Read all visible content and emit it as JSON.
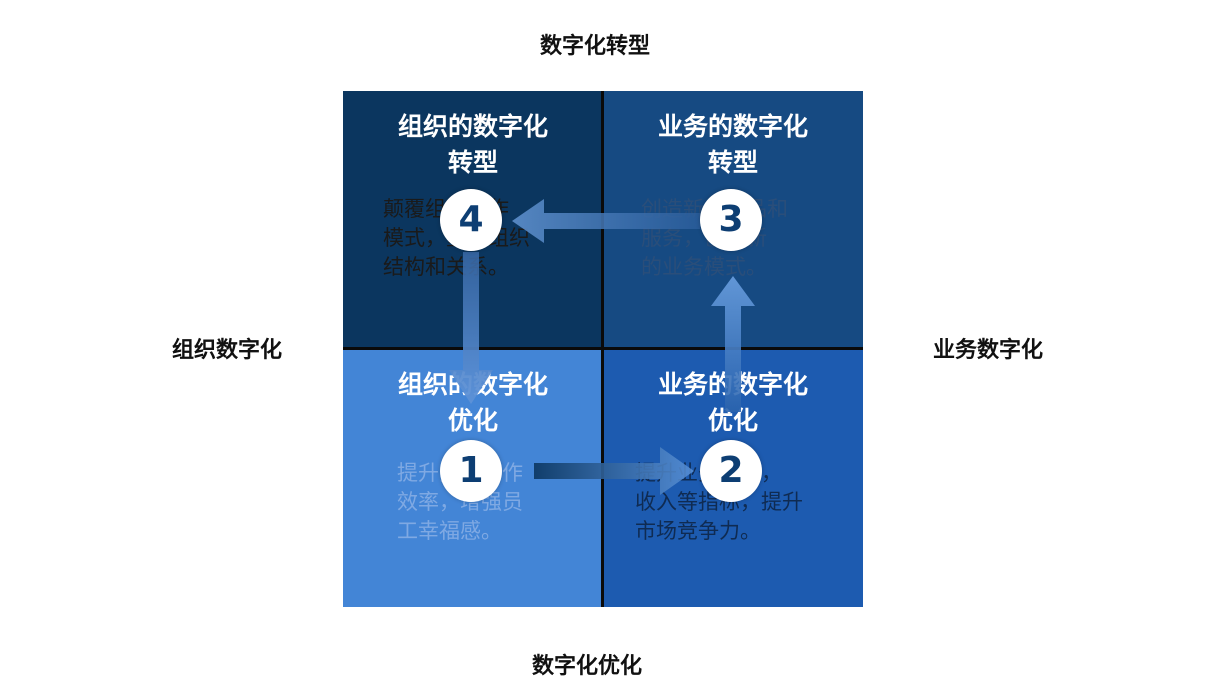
{
  "axes": {
    "top": "数字化转型",
    "bottom": "数字化优化",
    "left": "组织数字化",
    "right": "业务数字化"
  },
  "quadrants": {
    "top_left": {
      "title_line1": "组织的数字化",
      "title_line2": "转型",
      "description": "颠覆组织运作\n模式，重塑组织\n结构和关系。",
      "step": "4"
    },
    "top_right": {
      "title_line1": "业务的数字化",
      "title_line2": "转型",
      "description": "创造新的产品和\n服务，创造新\n的业务模式。",
      "step": "3"
    },
    "bottom_left": {
      "title_line1": "组织的数字化",
      "title_line2": "优化",
      "description": "提升员工工作\n效率，增强员\n工幸福感。",
      "step": "1"
    },
    "bottom_right": {
      "title_line1": "业务的数字化",
      "title_line2": "优化",
      "description": "提升业务效率，\n收入等指标，提升\n市场竞争力。",
      "step": "2"
    }
  },
  "colors": {
    "top_left": "#0b365f",
    "top_right": "#164a82",
    "bottom_left": "#4385d6",
    "bottom_right": "#1d5bb0",
    "badge_text": "#0d3e73"
  }
}
